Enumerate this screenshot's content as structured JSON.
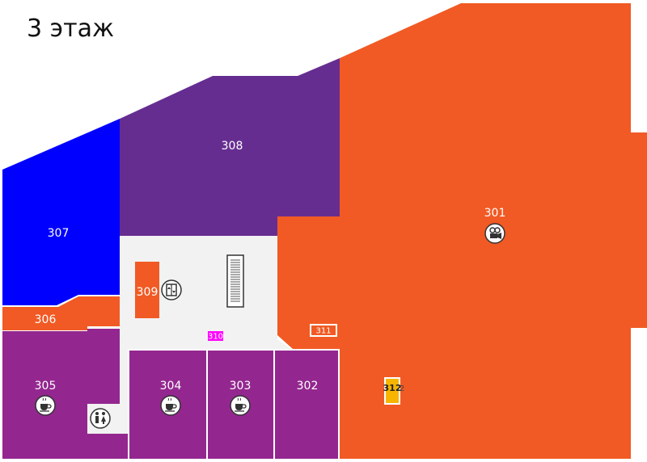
{
  "floor": {
    "title": "3 этаж"
  },
  "colors": {
    "orange": "#F15A24",
    "violet": "#662D91",
    "blue": "#0000FF",
    "magenta": "#93278F",
    "pink": "#FF00FF",
    "yellow": "#F7B500",
    "corridor": "#F2F2F2",
    "icon_bg": "#FFFFFF",
    "icon_fg": "#333333"
  },
  "rooms": {
    "r301": {
      "label": "301",
      "icon": "cinema-camera-icon"
    },
    "r302": {
      "label": "302"
    },
    "r303": {
      "label": "303",
      "icon": "coffee-cup-icon"
    },
    "r304": {
      "label": "304",
      "icon": "coffee-cup-icon"
    },
    "r305": {
      "label": "305",
      "icon": "coffee-cup-icon"
    },
    "r306": {
      "label": "306"
    },
    "r307": {
      "label": "307"
    },
    "r308": {
      "label": "308"
    },
    "r309": {
      "label": "309",
      "icon": "elevator-icon"
    },
    "r310": {
      "label": "310"
    },
    "r311": {
      "label": "311"
    },
    "r312": {
      "label": "312",
      "suffix": "2"
    }
  },
  "facilities": {
    "restroom": {
      "icon": "restroom-icon"
    },
    "escalator": {
      "icon": "escalator-icon"
    }
  }
}
